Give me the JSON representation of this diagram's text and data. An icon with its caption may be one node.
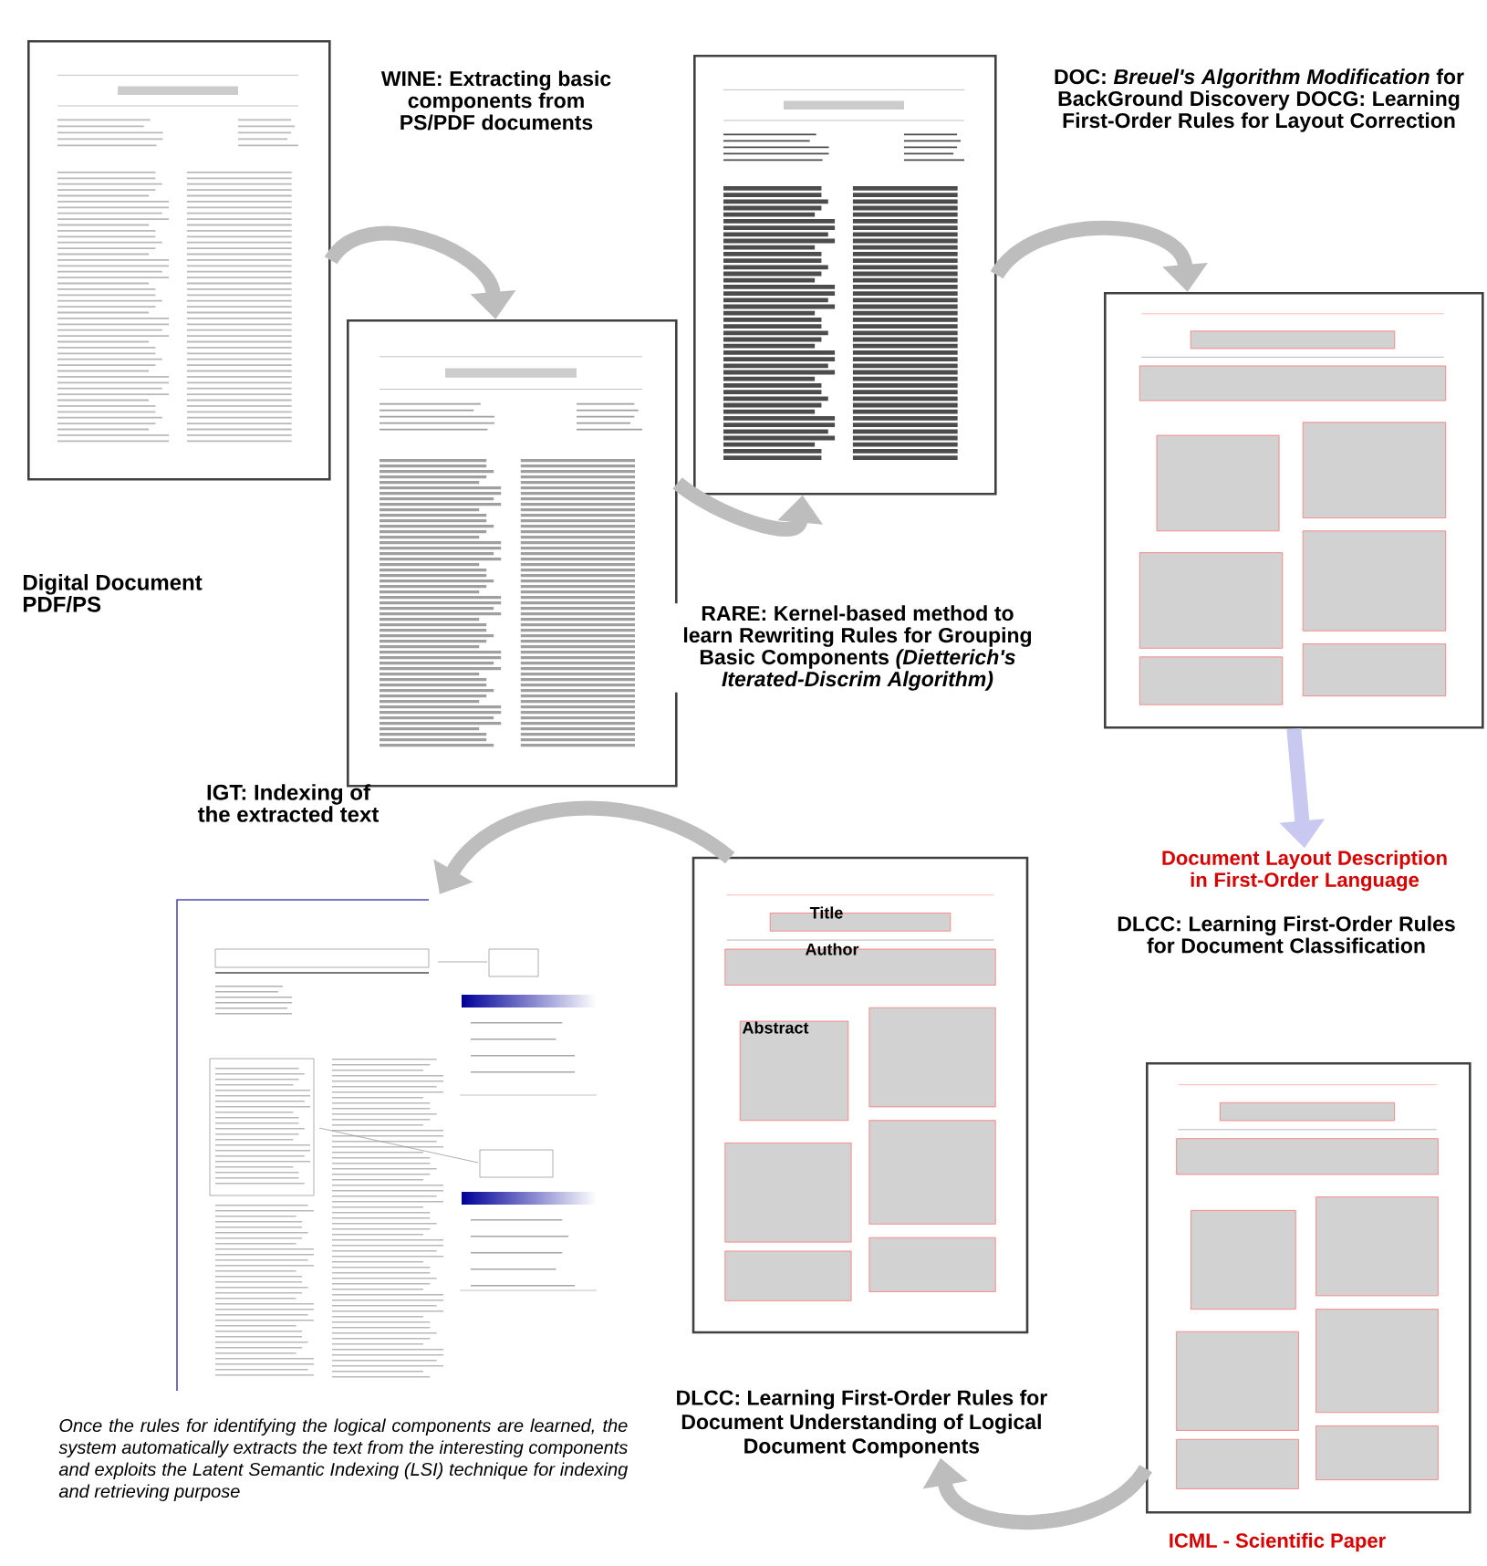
{
  "diagram": {
    "nodes": [
      {
        "text": [],
        "shape": "picture"
      },
      {
        "text": [],
        "shape": "picture"
      },
      {
        "text": [],
        "shape": "picture"
      },
      {
        "text": [],
        "shape": "picture"
      },
      {
        "text": [
          "Document Layout Description in First-Order Language"
        ]
      },
      {
        "text": [],
        "shape": "picture"
      },
      {
        "text": [
          "DLCC: Learning First-Order Rules for Document Understanding of Logical Document Components"
        ]
      },
      {
        "text": [],
        "shape": "picture"
      }
    ],
    "edges": [
      {
        "from": 0,
        "to": 1,
        "arrow": "to",
        "label": "WINE: Extracting basic components from PS/PDF documents"
      },
      {
        "from": 1,
        "to": 2,
        "arrow": "to",
        "label": "RARE: Kernel-based method to learn Rewriting Rules for Grouping Basic Components *(Dietterich's Iterated-Discrim Algorithm)*"
      },
      {
        "from": 2,
        "to": 3,
        "arrow": "to",
        "label": "DOC: *Breuel's Algorithm Modification* for BackGround Discovery DOCG: Learning First-Order Rules for Layout Correction"
      },
      {
        "from": 3,
        "to": 4,
        "arrow": "to",
        "color": "#c8c8f0"
      },
      {
        "from": 5,
        "to": 6,
        "arrow": "to"
      },
      {
        "from": 6,
        "to": 7,
        "arrow": "to"
      }
    ],
    "labels": [
      "Digital Document PDF/PS",
      "IGT: Indexing of the extracted text",
      "Title",
      "Author",
      "Abstract",
      "DLCC: Learning First-Order Rules for Document Classification",
      "Once the rules for identifying the logical components are learned, the system automatically extracts the text from the interesting components and exploits the Latent Semantic Indexing (LSI) technique for indexing and retrieving purpose",
      "ICML - Scientific Paper"
    ]
  }
}
